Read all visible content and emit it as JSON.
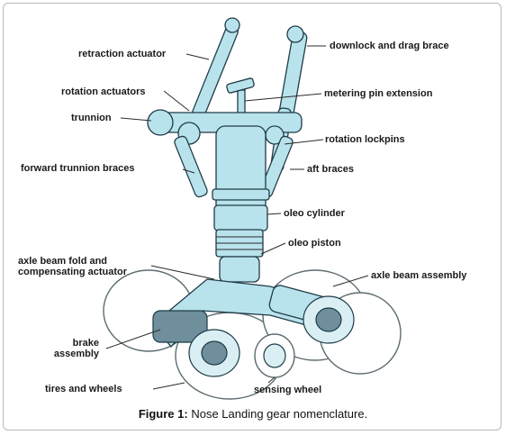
{
  "labels": {
    "retraction_actuator": "retraction actuator",
    "downlock_drag_brace": "downlock and drag brace",
    "rotation_actuators": "rotation actuators",
    "metering_pin_extension": "metering pin extension",
    "trunnion": "trunnion",
    "rotation_lockpins": "rotation lockpins",
    "forward_trunnion_braces": "forward trunnion braces",
    "aft_braces": "aft braces",
    "oleo_cylinder": "oleo cylinder",
    "oleo_piston": "oleo piston",
    "axle_beam_fold": "axle beam fold and\ncompensating actuator",
    "axle_beam_assembly": "axle beam assembly",
    "brake_assembly": "brake\nassembly",
    "tires_and_wheels": "tires and wheels",
    "sensing_wheel": "sensing wheel"
  },
  "caption": {
    "prefix": "Figure 1:",
    "text": " Nose Landing gear nomenclature."
  },
  "colors": {
    "part_fill": "#b9e3ec",
    "outline": "#1f3b47"
  }
}
